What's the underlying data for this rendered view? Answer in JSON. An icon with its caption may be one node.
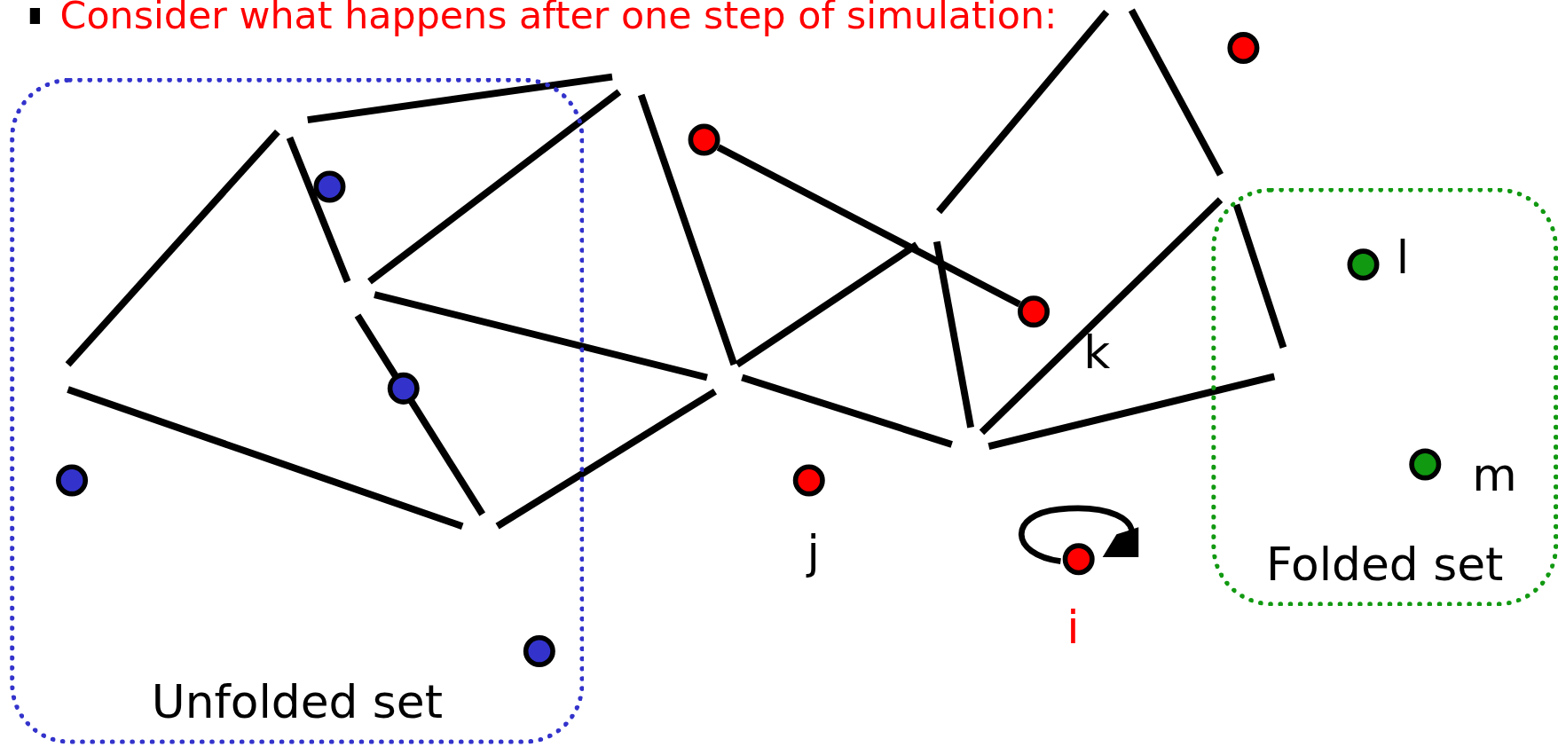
{
  "diagram": {
    "title": "Consider what happens after one step of simulation:",
    "nodes": [
      {
        "text": [
          "Unfolded set"
        ]
      },
      {
        "text": [],
        "shape": "circle",
        "in": 0
      },
      {
        "text": [],
        "shape": "circle",
        "in": 0
      },
      {
        "text": [],
        "shape": "circle",
        "in": 0
      },
      {
        "text": [],
        "shape": "circle",
        "in": 0
      },
      {
        "text": [],
        "shape": "circle"
      },
      {
        "text": [],
        "shape": "circle"
      },
      {
        "text": [],
        "shape": "circle",
        "beside": [
          "k"
        ]
      },
      {
        "text": [],
        "shape": "circle",
        "beside": [
          "j"
        ]
      },
      {
        "text": [],
        "shape": "circle",
        "beside": [
          "i"
        ]
      },
      {
        "text": [
          "Folded set"
        ]
      },
      {
        "text": [],
        "shape": "circle",
        "in": 10,
        "beside": [
          "l"
        ]
      },
      {
        "text": [],
        "shape": "circle",
        "in": 10,
        "beside": [
          "m"
        ]
      }
    ],
    "edges": [
      {
        "from": 6,
        "to": 7,
        "arrow": "none"
      }
    ]
  }
}
